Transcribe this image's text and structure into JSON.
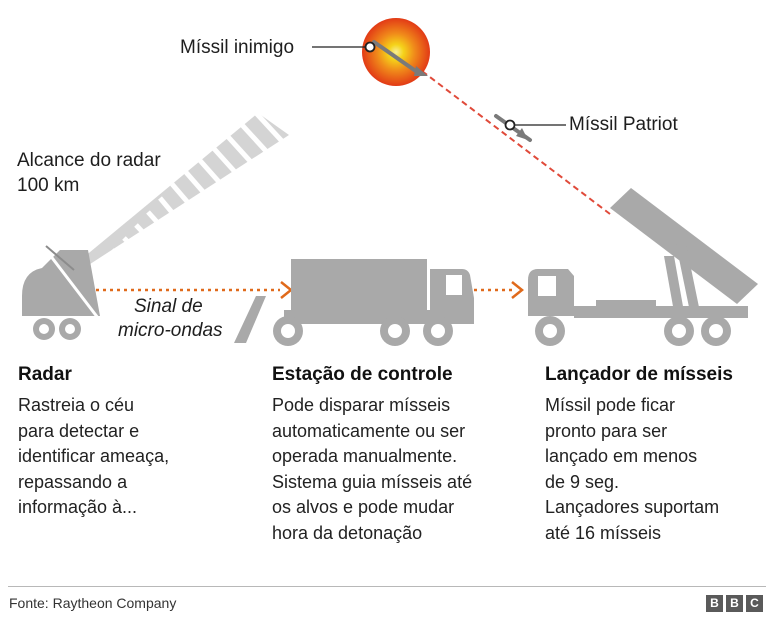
{
  "labels": {
    "enemy_missile": "Míssil inimigo",
    "patriot_missile": "Míssil Patriot",
    "radar_range_line1": "Alcance do radar",
    "radar_range_line2": "100 km",
    "signal_line1": "Sinal de",
    "signal_line2": "micro-ondas"
  },
  "sections": [
    {
      "title": "Radar",
      "lines": [
        "Rastreia o céu",
        "para detectar e",
        "identificar ameaça,",
        "repassando a",
        "informação à..."
      ]
    },
    {
      "title": "Estação de controle",
      "lines": [
        "Pode disparar mísseis",
        "automaticamente ou ser",
        "operada manualmente.",
        "Sistema guia mísseis até",
        "os alvos e pode mudar",
        "hora da detonação"
      ]
    },
    {
      "title": "Lançador de mísseis",
      "lines": [
        "Míssil pode ficar",
        "pronto para ser",
        "lançado em menos",
        "de 9 seg.",
        "Lançadores suportam",
        "até 16 mísseis"
      ]
    }
  ],
  "footer": {
    "source": "Fonte: Raytheon Company",
    "logo_letters": [
      "B",
      "B",
      "C"
    ]
  },
  "colors": {
    "vehicle_gray": "#a9a9a9",
    "arrow_orange": "#e06a1b",
    "trajectory_red": "#e04a3a",
    "explosion_outer": "#e23a16",
    "explosion_core": "#f5d31a"
  },
  "icons": [
    "explosion-icon",
    "radar-truck-icon",
    "control-station-truck-icon",
    "missile-launcher-truck-icon"
  ]
}
